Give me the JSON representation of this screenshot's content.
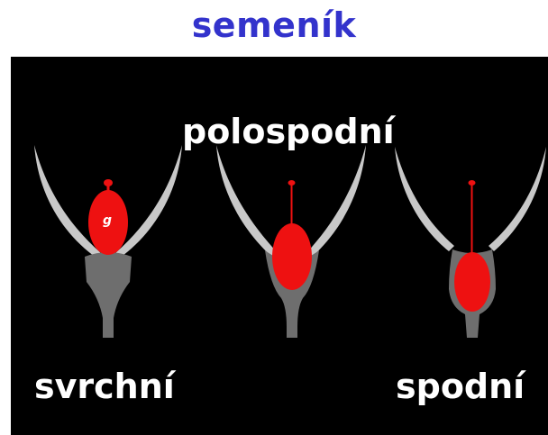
{
  "title": "semeník",
  "panel": {
    "background": "#000000",
    "labels": {
      "top": "polospodní",
      "left": "svrchní",
      "right": "spodní"
    },
    "ovary_marker": "g"
  },
  "colors": {
    "title": "#3333cc",
    "ovary": "#ee1111",
    "receptacle": "#6e6e6e",
    "petal": "#c8c8c8",
    "label": "#ffffff"
  }
}
